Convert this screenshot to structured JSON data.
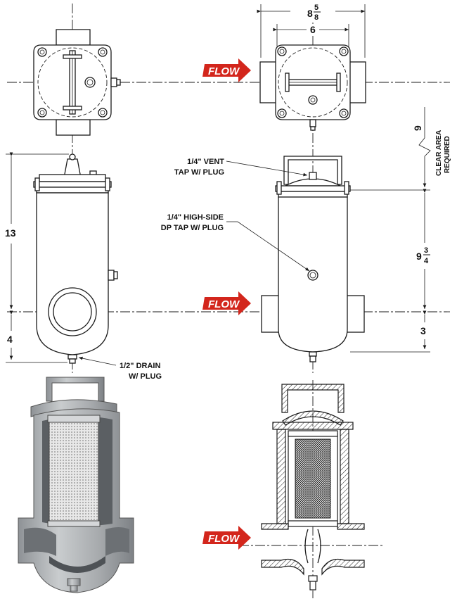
{
  "flow_labels": [
    "FLOW",
    "FLOW",
    "FLOW"
  ],
  "dimensions": {
    "overall_width_whole": "8",
    "overall_width_num": "5",
    "overall_width_den": "8",
    "inner_width": "6",
    "overall_height": "13",
    "inlet_height_left": "4",
    "inlet_height_right": "3",
    "body_height_whole": "9",
    "body_height_num": "3",
    "body_height_den": "4",
    "clearance": "9"
  },
  "callouts": {
    "vent": [
      "1/4\" VENT",
      "TAP W/ PLUG"
    ],
    "dp_tap": [
      "1/4\" HIGH-SIDE",
      "DP TAP W/ PLUG"
    ],
    "drain": [
      "1/2\" DRAIN",
      "W/ PLUG"
    ],
    "clear_area": [
      "CLEAR AREA",
      "REQUIRED"
    ]
  },
  "colors": {
    "flow_arrow": "#d3261c",
    "line": "#1a1a1a",
    "casting_gray": "#b9bcbf"
  }
}
